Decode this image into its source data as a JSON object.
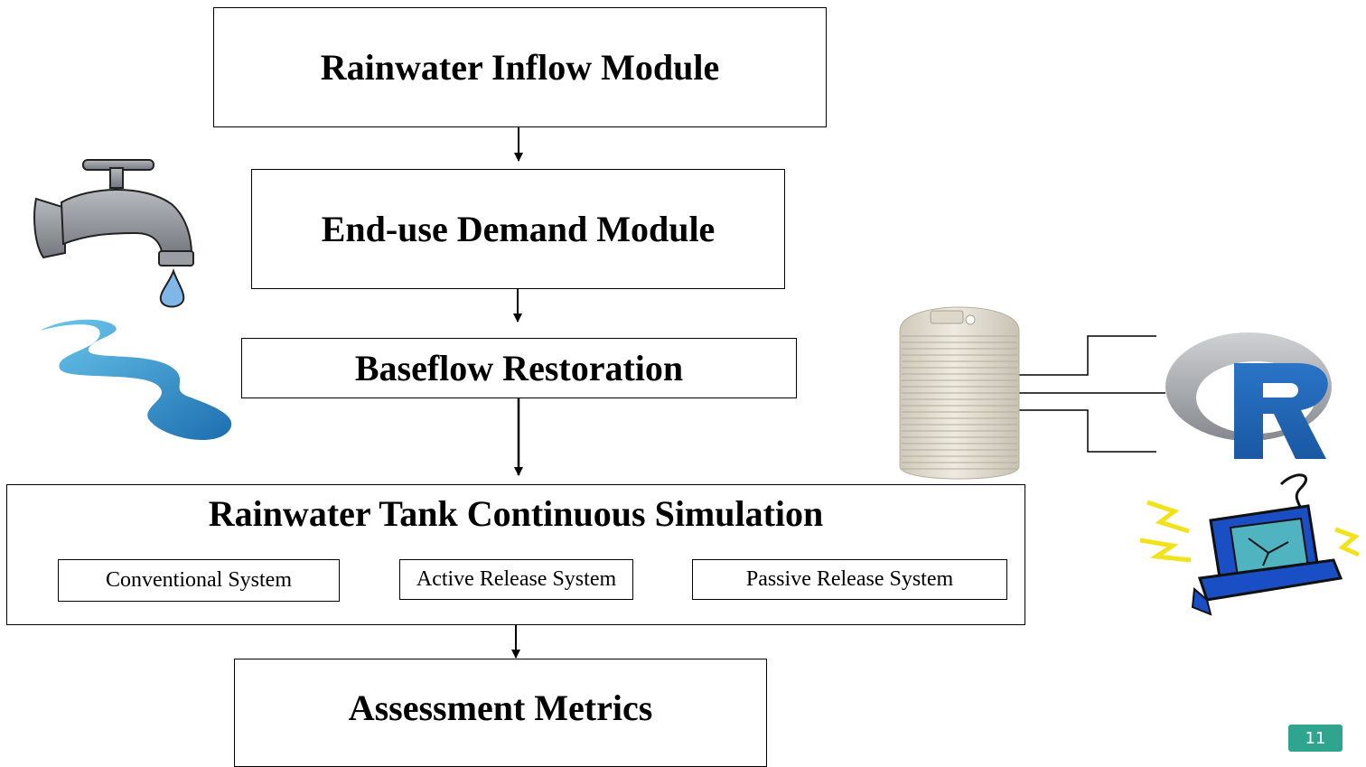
{
  "modules": {
    "inflow": "Rainwater Inflow Module",
    "demand": "End-use Demand Module",
    "baseflow": "Baseflow Restoration",
    "simulation": {
      "title": "Rainwater Tank Continuous Simulation",
      "systems": [
        "Conventional System",
        "Active Release System",
        "Passive Release System"
      ]
    },
    "assessment": "Assessment Metrics"
  },
  "icons": [
    "water-tap-icon",
    "stream-icon",
    "water-tank-icon",
    "r-logo-icon",
    "computer-icon"
  ],
  "page_number": "11",
  "colors": {
    "badge": "#2fa58f",
    "tap": "#8a8e94",
    "stream": "#2a8fc7",
    "tank": "#e4dfd3",
    "r_blue": "#2165b6",
    "r_ring": "#a8abaf"
  }
}
